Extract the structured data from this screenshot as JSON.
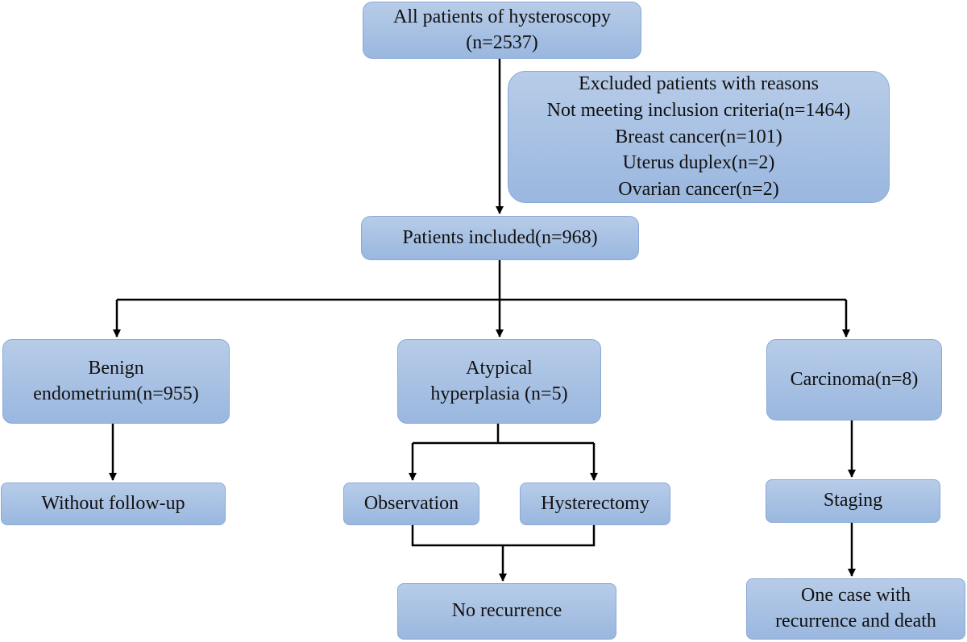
{
  "boxes": {
    "all_patients": [
      "All patients of hysteroscopy",
      "(n=2537)"
    ],
    "excluded": [
      "Excluded patients with reasons",
      "Not meeting inclusion criteria(n=1464)",
      "Breast cancer(n=101)",
      "Uterus duplex(n=2)",
      "Ovarian cancer(n=2)"
    ],
    "included": [
      "Patients included(n=968)"
    ],
    "benign": [
      "Benign",
      "endometrium(n=955)"
    ],
    "atypical": [
      "Atypical",
      "hyperplasia (n=5)"
    ],
    "carcinoma": [
      "Carcinoma(n=8)"
    ],
    "without_followup": [
      "Without follow-up"
    ],
    "observation": [
      "Observation"
    ],
    "hysterectomy": [
      "Hysterectomy"
    ],
    "staging": [
      "Staging"
    ],
    "no_recurrence": [
      "No recurrence"
    ],
    "recurrence_death": [
      "One case with",
      "recurrence and death"
    ]
  },
  "colors": {
    "box_fill_top": "#b7cce8",
    "box_fill_bottom": "#9ab7df",
    "box_border": "#8aa9d6",
    "line": "#000000"
  }
}
